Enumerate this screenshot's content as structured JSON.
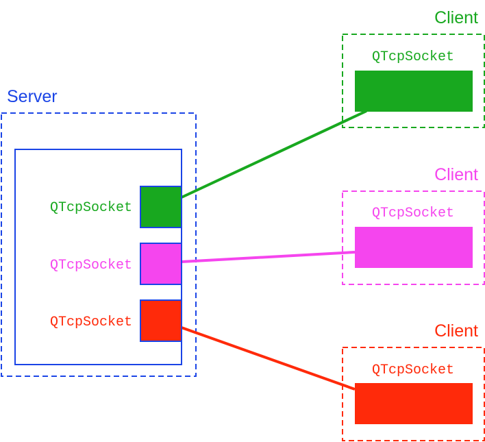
{
  "colors": {
    "server": "#1a44e6",
    "green": "#18a81f",
    "magenta": "#f545ee",
    "red": "#ff2a0a"
  },
  "server": {
    "title": "Server",
    "sockets": [
      {
        "label": "QTcpSocket",
        "color": "green"
      },
      {
        "label": "QTcpSocket",
        "color": "magenta"
      },
      {
        "label": "QTcpSocket",
        "color": "red"
      }
    ]
  },
  "clients": [
    {
      "title": "Client",
      "socket_label": "QTcpSocket",
      "color": "green"
    },
    {
      "title": "Client",
      "socket_label": "QTcpSocket",
      "color": "magenta"
    },
    {
      "title": "Client",
      "socket_label": "QTcpSocket",
      "color": "red"
    }
  ]
}
